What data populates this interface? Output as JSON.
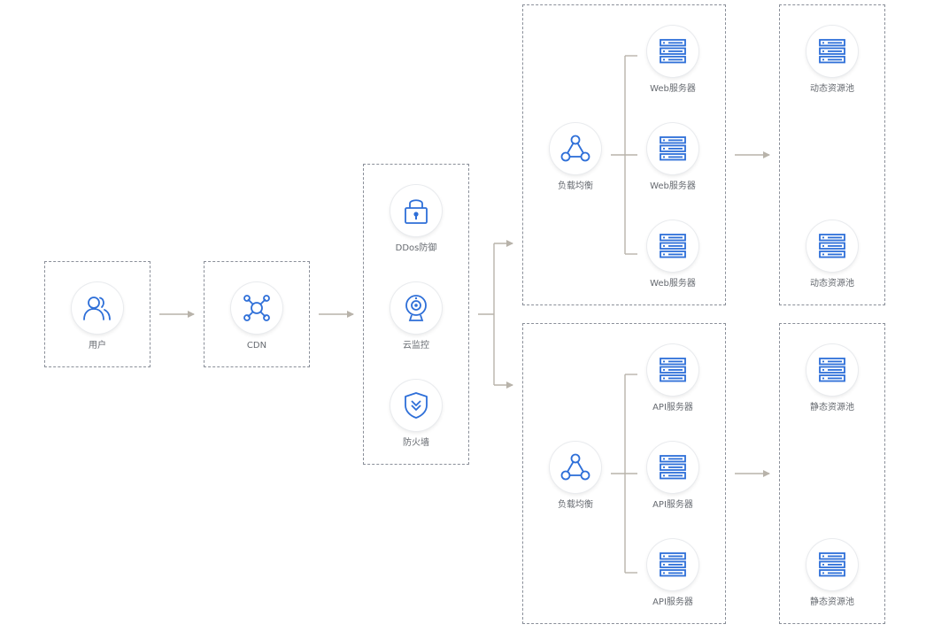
{
  "accent_color": "#2e6fd8",
  "connector_color": "#b8b3aa",
  "nodes": {
    "user": {
      "label": "用户",
      "icon": "users-icon"
    },
    "cdn": {
      "label": "CDN",
      "icon": "network-hub-icon"
    },
    "ddos": {
      "label": "DDos防御",
      "icon": "lock-icon"
    },
    "monitor": {
      "label": "云监控",
      "icon": "webcam-icon"
    },
    "firewall": {
      "label": "防火墙",
      "icon": "shield-icon"
    },
    "lb_web": {
      "label": "负载均衡",
      "icon": "load-balancer-icon"
    },
    "web_servers": [
      {
        "label": "Web服务器",
        "icon": "server-icon"
      },
      {
        "label": "Web服务器",
        "icon": "server-icon"
      },
      {
        "label": "Web服务器",
        "icon": "server-icon"
      }
    ],
    "dynamic_pool": [
      {
        "label": "动态资源池",
        "icon": "server-icon"
      },
      {
        "label": "动态资源池",
        "icon": "server-icon"
      }
    ],
    "lb_api": {
      "label": "负载均衡",
      "icon": "load-balancer-icon"
    },
    "api_servers": [
      {
        "label": "API服务器",
        "icon": "server-icon"
      },
      {
        "label": "API服务器",
        "icon": "server-icon"
      },
      {
        "label": "API服务器",
        "icon": "server-icon"
      }
    ],
    "static_pool": [
      {
        "label": "静态资源池",
        "icon": "server-icon"
      },
      {
        "label": "静态资源池",
        "icon": "server-icon"
      }
    ]
  }
}
